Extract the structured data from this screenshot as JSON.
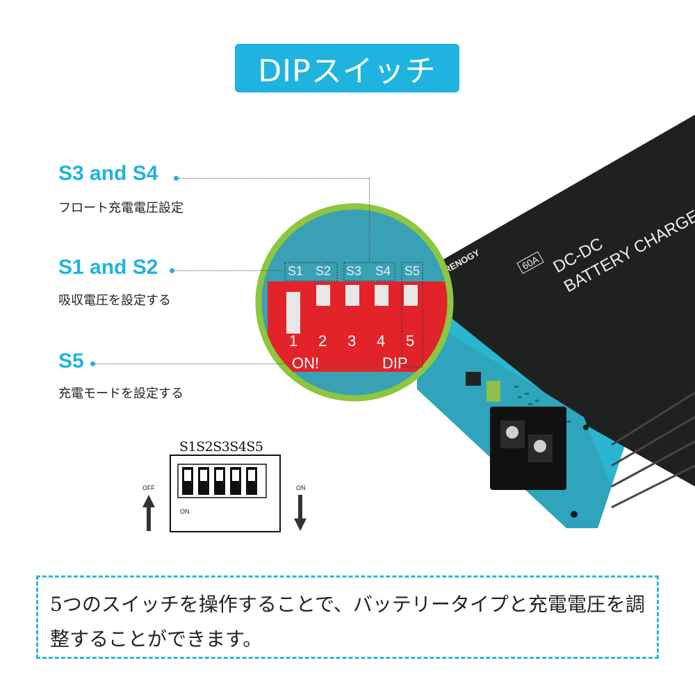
{
  "title": "DIPスイッチ",
  "callouts": [
    {
      "head": "S3 and S4",
      "sub": "フロート充電電圧設定"
    },
    {
      "head": "S1 and S2",
      "sub": "吸収電圧を設定する"
    },
    {
      "head": "S5",
      "sub": "充電モードを設定する"
    }
  ],
  "zoom": {
    "switch_labels": [
      "S1",
      "S2",
      "S3",
      "S4",
      "S5"
    ],
    "numbers": [
      "1",
      "2",
      "3",
      "4",
      "5"
    ],
    "on_label": "ON!",
    "dip_label": "DIP",
    "ring_color": "#8dc63f",
    "switch_color": "#e2232a",
    "housing_color": "#3aa0b4"
  },
  "device": {
    "brand": "RENOGY",
    "rating": "60A",
    "line1": "DC-DC",
    "line2": "BATTERY CHARGE",
    "body_color": "#1c1c1c",
    "frame_color": "#2ab6d1"
  },
  "diagram": {
    "switch_header": "S1S2S3S4S5",
    "off_label": "OFF",
    "on_label": "ON",
    "inner_on": "ON"
  },
  "caption": "5つのスイッチを操作することで、バッテリータイプと充電電圧を調整することができます。",
  "colors": {
    "accent": "#1fb3e0"
  }
}
